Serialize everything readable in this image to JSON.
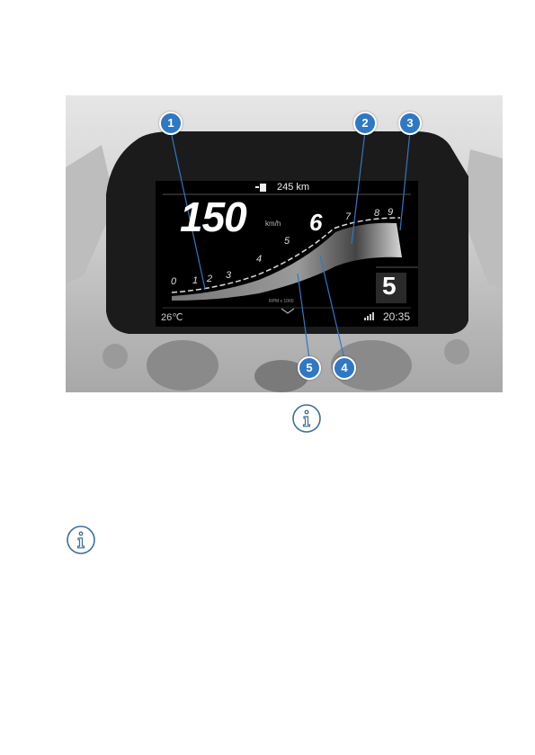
{
  "display": {
    "range_value": "245 km",
    "speed": "150",
    "speed_unit": "km/h",
    "gear_marker": "6",
    "scale_labels": [
      "0",
      "1",
      "2",
      "3",
      "4",
      "5",
      "7",
      "8",
      "9"
    ],
    "rpm_caption": "RPM x 1000",
    "temperature": "26℃",
    "clock": "20:35",
    "gear": "5"
  },
  "callouts": [
    "1",
    "2",
    "3",
    "4",
    "5"
  ],
  "icons": [
    "fuel-pump-icon",
    "chevron-down-icon",
    "signal-bars-icon",
    "info-icon",
    "info-icon"
  ],
  "colors": {
    "callout": "#2f78c4",
    "info_icon": "#3c6e9e",
    "display_bg": "#000000"
  }
}
